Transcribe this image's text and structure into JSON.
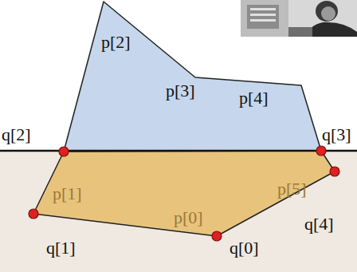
{
  "diagram": {
    "labels": [
      "p[2]",
      "q[2]",
      "p[3]",
      "p[4]",
      "q[3]",
      "p[1]",
      "p[5]",
      "p[0]",
      "q[4]",
      "q[1]",
      "q[0]"
    ]
  }
}
